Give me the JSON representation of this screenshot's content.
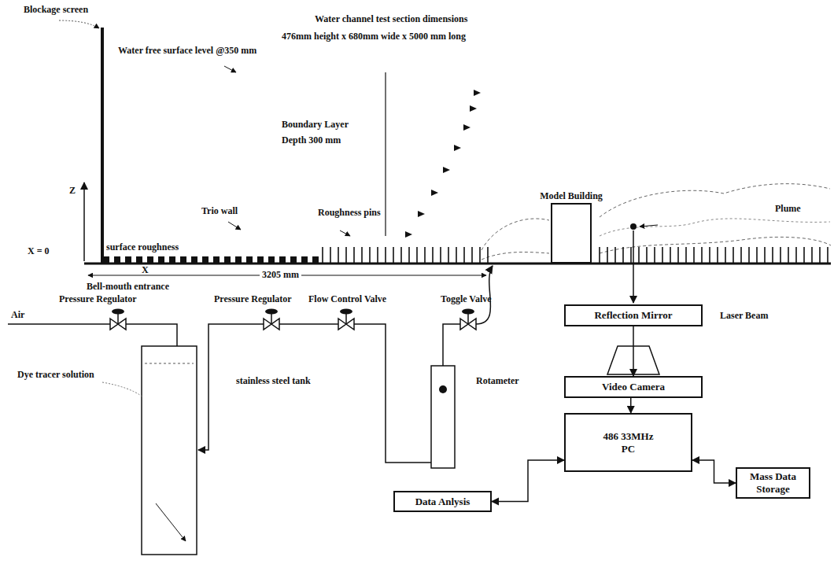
{
  "diagram": {
    "nodes": [
      {
        "text": [
          "Model Building"
        ]
      },
      {
        "text": [
          "Reflection Mirror"
        ]
      },
      {
        "text": [
          "Video Camera"
        ]
      },
      {
        "text": [
          "486 33MHz PC"
        ]
      },
      {
        "text": [
          "Data Anlysis"
        ]
      },
      {
        "text": [
          "Mass Data Storage"
        ]
      }
    ],
    "edges": [
      {
        "from": 1,
        "to": 2,
        "arrow": "to"
      },
      {
        "from": 2,
        "to": 3,
        "arrow": "to"
      },
      {
        "from": 4,
        "to": 3,
        "arrow": "both"
      },
      {
        "from": 3,
        "to": 5,
        "arrow": "both"
      }
    ],
    "labels": [
      "Blockage screen",
      "Water channel test section dimensions",
      "476mm height x 680mm wide x 5000 mm long",
      "Water free surface level @350 mm",
      "Boundary Layer Depth 300 mm",
      "Z",
      "X = 0",
      "X",
      "Trio wall",
      "Roughness pins",
      "surface roughness",
      "3205 mm",
      "Bell-mouth entrance",
      "Pressure Regulator",
      "Pressure Regulator",
      "Flow Control Valve",
      "Toggle Valve",
      "Air",
      "Dye tracer solution",
      "stainless steel tank",
      "Rotameter",
      "Laser Beam",
      "Plume"
    ]
  }
}
